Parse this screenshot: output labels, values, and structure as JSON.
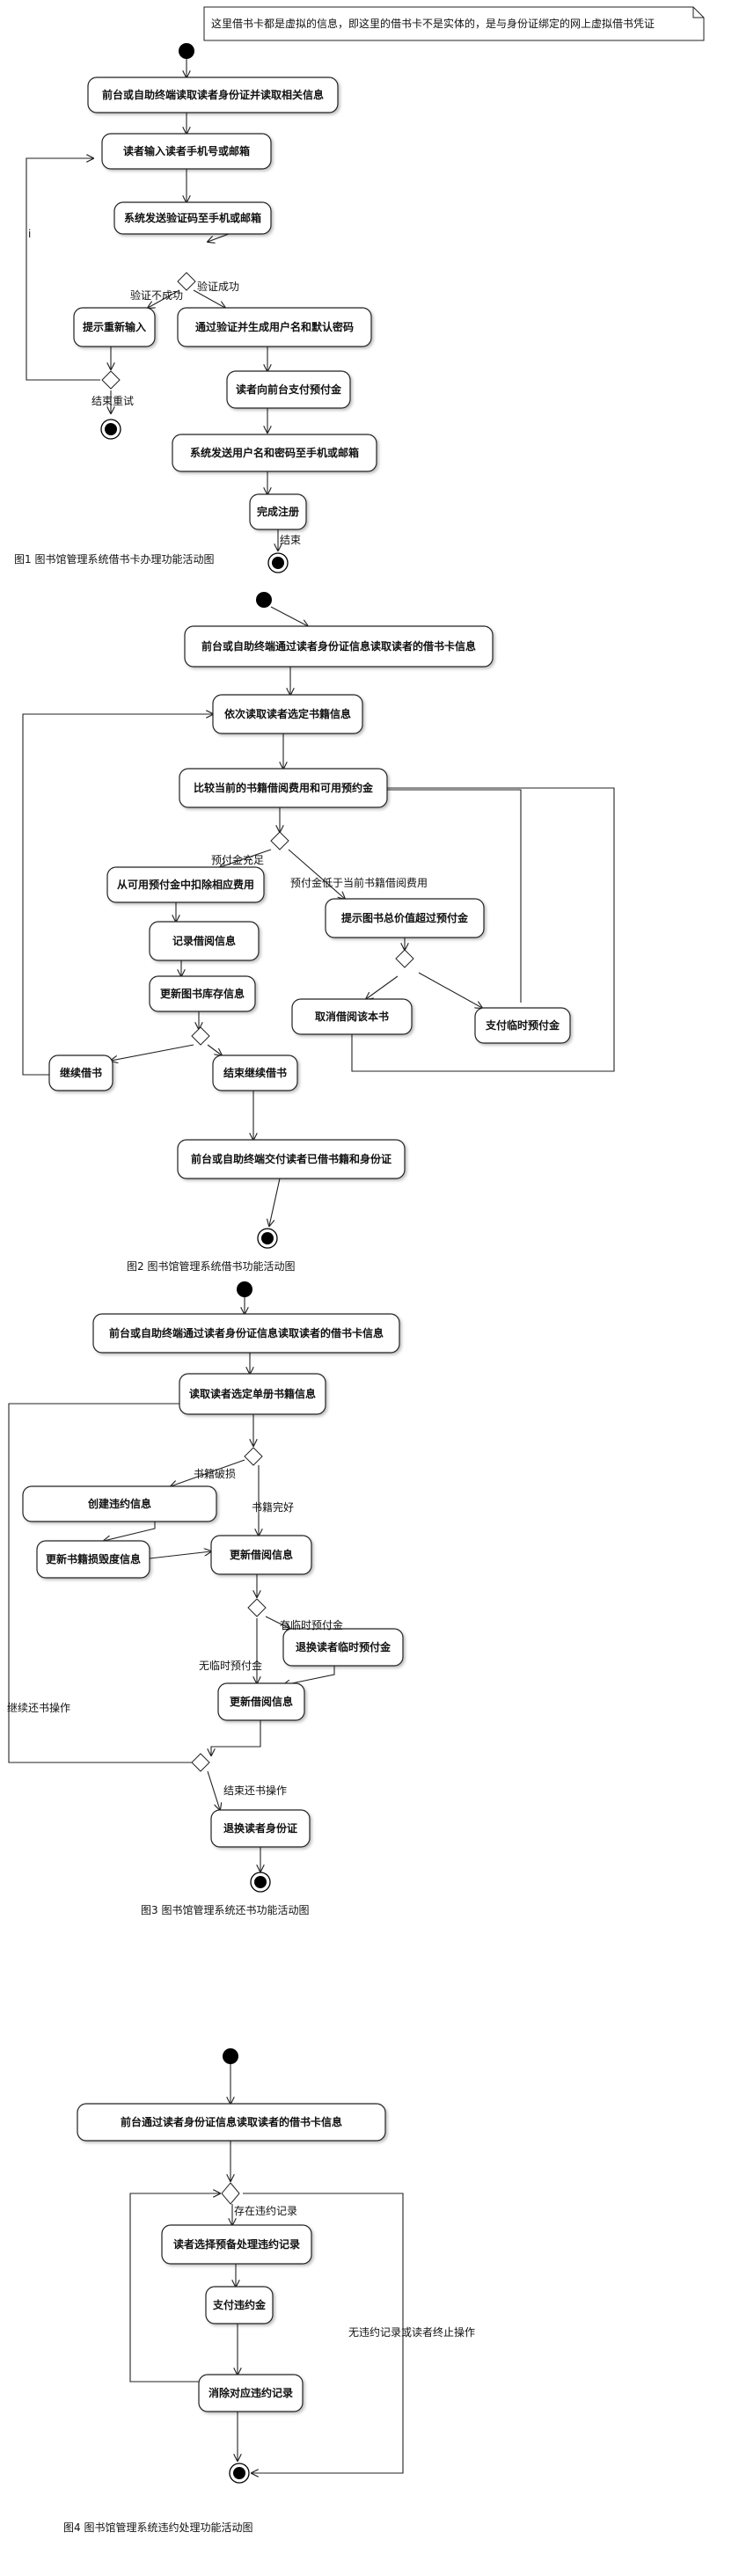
{
  "note": "这里借书卡都是虚拟的信息，即这里的借书卡不是实体的，是与身份证绑定的网上虚拟借书凭证",
  "diagram1": {
    "caption": "图1    图书馆管理系统借书卡办理功能活动图",
    "nodes": {
      "a1": "前台或自助终端读取读者身份证并读取相关信息",
      "a2": "读者输入读者手机号或邮箱",
      "a3": "系统发送验证码至手机或邮箱",
      "a4": "提示重新输入",
      "a5": "通过验证并生成用户名和默认密码",
      "a6": "读者向前台支付预付金",
      "a7": "系统发送用户名和密码至手机或邮箱",
      "a8": "完成注册"
    },
    "labels": {
      "fail": "验证不成功",
      "success": "验证成功",
      "end_retry": "结束重试",
      "end": "结束",
      "loop": "i"
    }
  },
  "diagram2": {
    "caption": "图2 图书馆管理系统借书功能活动图",
    "nodes": {
      "b1": "前台或自助终端通过读者身份证信息读取读者的借书卡信息",
      "b2": "依次读取读者选定书籍信息",
      "b3": "比较当前的书籍借阅费用和可用预约金",
      "b4": "从可用预付金中扣除相应费用",
      "b5": "记录借阅信息",
      "b6": "更新图书库存信息",
      "b7": "继续借书",
      "b8": "结束继续借书",
      "b9": "前台或自助终端交付读者已借书籍和身份证",
      "b10": "提示图书总价值超过预付金",
      "b11": "取消借阅该本书",
      "b12": "支付临时预付金"
    },
    "labels": {
      "enough": "预付金充足",
      "lower": "预付金低于当前书籍借阅费用"
    }
  },
  "diagram3": {
    "caption": "图3 图书馆管理系统还书功能活动图",
    "nodes": {
      "c1": "前台或自助终端通过读者身份证信息读取读者的借书卡信息",
      "c2": "读取读者选定单册书籍信息",
      "c3": "创建违约信息",
      "c4": "更新书籍损毁度信息",
      "c5": "更新借阅信息",
      "c6": "退换读者临时预付金",
      "c7": "更新借阅信息",
      "c8": "退换读者身份证"
    },
    "labels": {
      "damaged": "书籍破损",
      "intact": "书籍完好",
      "has_temp": "有临时预付金",
      "no_temp": "无临时预付金",
      "continue": "继续还书操作",
      "end_return": "结束还书操作"
    }
  },
  "diagram4": {
    "caption": "图4 图书馆管理系统违约处理功能活动图",
    "nodes": {
      "d1": "前台通过读者身份证信息读取读者的借书卡信息",
      "d2": "读者选择预备处理违约记录",
      "d3": "支付违约金",
      "d4": "消除对应违约记录"
    },
    "labels": {
      "has_record": "存在违约记录",
      "no_record": "无违约记录或读者终止操作"
    }
  }
}
